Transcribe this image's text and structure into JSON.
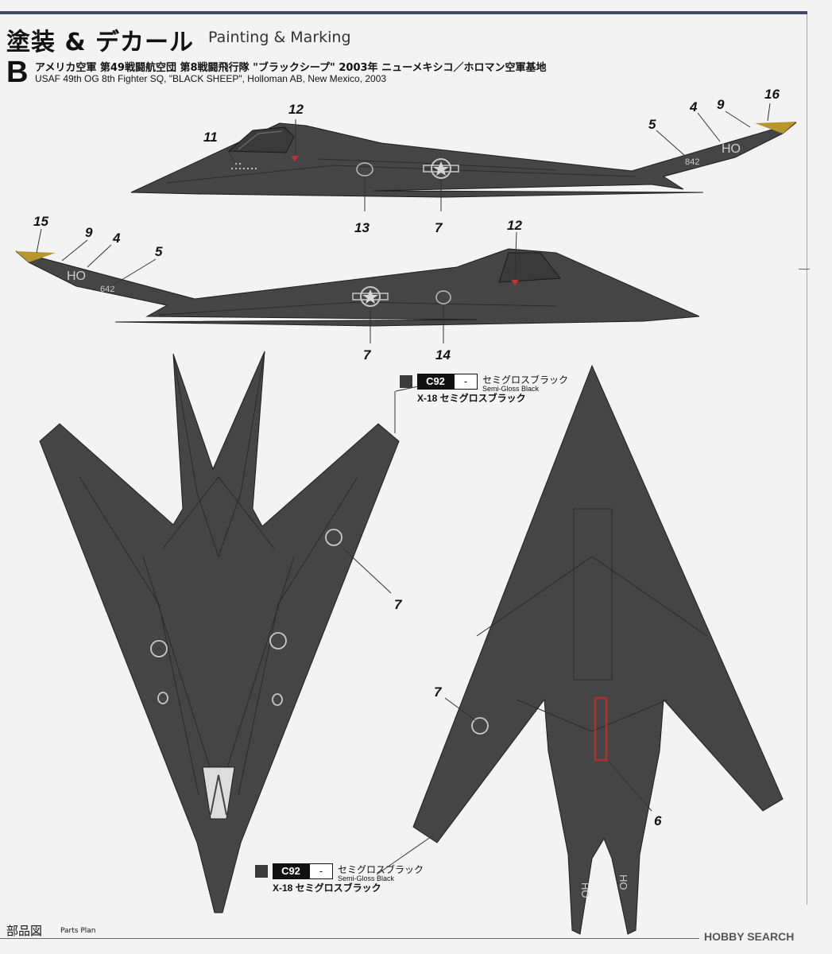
{
  "header": {
    "title_ja": "塗装 & デカール",
    "title_en": "Painting & Marking",
    "scheme_letter": "B",
    "desc_ja": "アメリカ空軍 第49戦闘航空団 第8戦闘飛行隊 \"ブラックシープ\" 2003年 ニューメキシコ／ホロマン空軍基地",
    "desc_en": "USAF 49th OG 8th Fighter SQ, \"BLACK SHEEP\", Holloman AB, New Mexico, 2003"
  },
  "colors": {
    "aircraft": "#454545",
    "panel_lines": "#2a2a2a",
    "page": "#f3f3f3"
  },
  "aircraft_markings": {
    "tail_code": "HO",
    "serial": "842",
    "serial_left": "642"
  },
  "side_right": {
    "callouts": [
      "11",
      "12",
      "5",
      "4",
      "9",
      "16",
      "13",
      "7"
    ]
  },
  "side_left": {
    "callouts": [
      "15",
      "9",
      "4",
      "5",
      "12",
      "7",
      "14"
    ]
  },
  "top_view": {
    "callouts": [
      "7"
    ]
  },
  "bottom_view": {
    "callouts": [
      "7",
      "6"
    ]
  },
  "paint_top": {
    "code": "C92",
    "dash": "-",
    "ja": "セミグロスブラック",
    "en": "Semi-Gloss Black",
    "x18": "X-18 セミグロスブラック"
  },
  "paint_bottom": {
    "code": "C92",
    "dash": "-",
    "ja": "セミグロスブラック",
    "en": "Semi-Gloss Black",
    "x18": "X-18 セミグロスブラック"
  },
  "footer": {
    "ja": "部品図",
    "en": "Parts Plan"
  },
  "watermark": "HOBBY SEARCH"
}
